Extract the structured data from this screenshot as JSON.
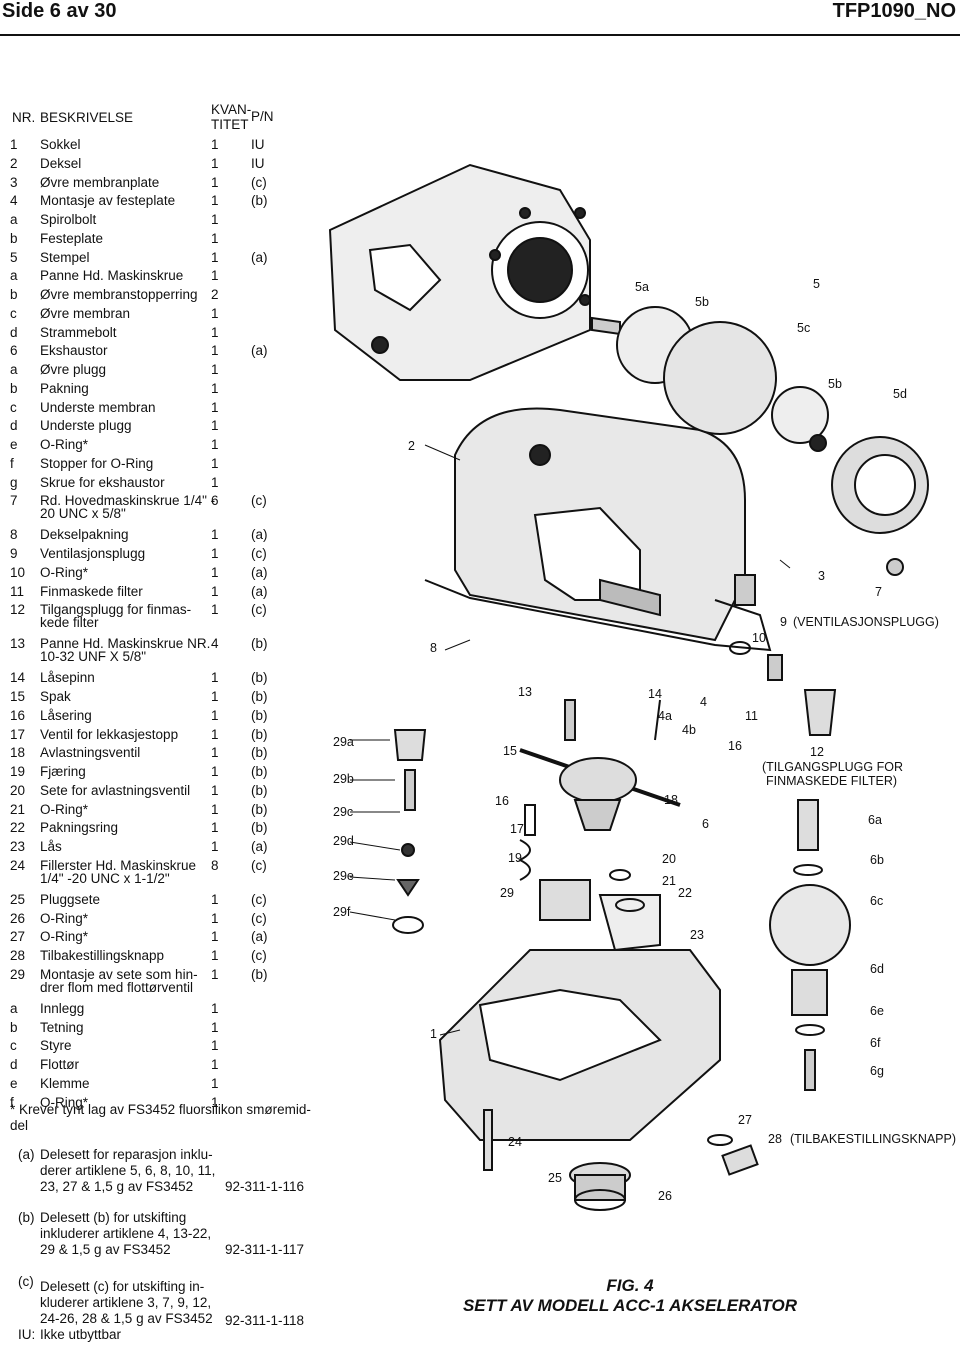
{
  "header": {
    "left": "Side 6 av 30",
    "right": "TFP1090_NO"
  },
  "table": {
    "headers": {
      "nr": "NR.",
      "desc": "BESKRIVELSE",
      "qty1": "KVAN-",
      "qty2": "TITET",
      "pn": "P/N"
    },
    "rows": [
      {
        "nr": "1",
        "desc": "Sokkel",
        "qty": "1",
        "pn": "IU"
      },
      {
        "nr": "2",
        "desc": "Deksel",
        "qty": "1",
        "pn": "IU"
      },
      {
        "nr": "3",
        "desc": "Øvre membranplate",
        "qty": "1",
        "pn": "(c)"
      },
      {
        "nr": "4",
        "desc": "Montasje av festeplate",
        "qty": "1",
        "pn": "(b)"
      },
      {
        "nr": "a",
        "desc": "Spirolbolt",
        "qty": "1",
        "pn": ""
      },
      {
        "nr": "b",
        "desc": "Festeplate",
        "qty": "1",
        "pn": ""
      },
      {
        "nr": "5",
        "desc": "Stempel",
        "qty": "1",
        "pn": "(a)"
      },
      {
        "nr": "a",
        "desc": "Panne Hd. Maskinskrue",
        "qty": "1",
        "pn": ""
      },
      {
        "nr": "b",
        "desc": "Øvre membranstopperring",
        "qty": "2",
        "pn": ""
      },
      {
        "nr": "c",
        "desc": "Øvre membran",
        "qty": "1",
        "pn": ""
      },
      {
        "nr": "d",
        "desc": "Strammebolt",
        "qty": "1",
        "pn": ""
      },
      {
        "nr": "6",
        "desc": "Ekshaustor",
        "qty": "1",
        "pn": "(a)"
      },
      {
        "nr": "a",
        "desc": "Øvre plugg",
        "qty": "1",
        "pn": ""
      },
      {
        "nr": "b",
        "desc": "Pakning",
        "qty": "1",
        "pn": ""
      },
      {
        "nr": "c",
        "desc": "Underste membran",
        "qty": "1",
        "pn": ""
      },
      {
        "nr": "d",
        "desc": "Underste plugg",
        "qty": "1",
        "pn": ""
      },
      {
        "nr": "e",
        "desc": "O-Ring*",
        "qty": "1",
        "pn": ""
      },
      {
        "nr": "f",
        "desc": "Stopper for O-Ring",
        "qty": "1",
        "pn": ""
      },
      {
        "nr": "g",
        "desc": "Skrue for ekshaustor",
        "qty": "1",
        "pn": ""
      },
      {
        "nr": "7",
        "desc": "Rd. Hovedmaskinskrue 1/4\" -",
        "desc2": "20 UNC x 5/8\"",
        "qty": "6",
        "pn": "(c)"
      },
      {
        "nr": "8",
        "desc": "Dekselpakning",
        "qty": "1",
        "pn": "(a)"
      },
      {
        "nr": "9",
        "desc": "Ventilasjonsplugg",
        "qty": "1",
        "pn": "(c)"
      },
      {
        "nr": "10",
        "desc": "O-Ring*",
        "qty": "1",
        "pn": "(a)"
      },
      {
        "nr": "11",
        "desc": "Finmaskede filter",
        "qty": "1",
        "pn": "(a)"
      },
      {
        "nr": "12",
        "desc": "Tilgangsplugg for finmas-",
        "desc2": "kede filter",
        "qty": "1",
        "pn": "(c)"
      },
      {
        "nr": "13",
        "desc": "Panne Hd. Maskinskrue NR.",
        "desc2": "10-32 UNF X 5/8\"",
        "qty": "4",
        "pn": "(b)"
      },
      {
        "nr": "14",
        "desc": "Låsepinn",
        "qty": "1",
        "pn": "(b)"
      },
      {
        "nr": "15",
        "desc": "Spak",
        "qty": "1",
        "pn": "(b)"
      },
      {
        "nr": "16",
        "desc": "Låsering",
        "qty": "1",
        "pn": "(b)"
      },
      {
        "nr": "17",
        "desc": "Ventil for lekkasjestopp",
        "qty": "1",
        "pn": "(b)"
      },
      {
        "nr": "18",
        "desc": "Avlastningsventil",
        "qty": "1",
        "pn": "(b)"
      },
      {
        "nr": "19",
        "desc": "Fjæring",
        "qty": "1",
        "pn": "(b)"
      },
      {
        "nr": "20",
        "desc": "Sete for avlastningsventil",
        "qty": "1",
        "pn": "(b)"
      },
      {
        "nr": "21",
        "desc": "O-Ring*",
        "qty": "1",
        "pn": "(b)"
      },
      {
        "nr": "22",
        "desc": "Pakningsring",
        "qty": "1",
        "pn": "(b)"
      },
      {
        "nr": "23",
        "desc": "Lås",
        "qty": "1",
        "pn": "(a)"
      },
      {
        "nr": "24",
        "desc": "Fillerster Hd. Maskinskrue",
        "desc2": "1/4\" -20 UNC x 1-1/2\"",
        "qty": "8",
        "pn": "(c)"
      },
      {
        "nr": "25",
        "desc": "Pluggsete",
        "qty": "1",
        "pn": "(c)"
      },
      {
        "nr": "26",
        "desc": "O-Ring*",
        "qty": "1",
        "pn": "(c)"
      },
      {
        "nr": "27",
        "desc": "O-Ring*",
        "qty": "1",
        "pn": "(a)"
      },
      {
        "nr": "28",
        "desc": "Tilbakestillingsknapp",
        "qty": "1",
        "pn": "(c)"
      },
      {
        "nr": "29",
        "desc": "Montasje av sete som hin-",
        "desc2": "drer flom med flottørventil",
        "qty": "1",
        "pn": "(b)"
      },
      {
        "nr": "a",
        "desc": "Innlegg",
        "qty": "1",
        "pn": ""
      },
      {
        "nr": "b",
        "desc": "Tetning",
        "qty": "1",
        "pn": ""
      },
      {
        "nr": "c",
        "desc": "Styre",
        "qty": "1",
        "pn": ""
      },
      {
        "nr": "d",
        "desc": "Flottør",
        "qty": "1",
        "pn": ""
      },
      {
        "nr": "e",
        "desc": "Klemme",
        "qty": "1",
        "pn": ""
      },
      {
        "nr": "f",
        "desc": "O-Ring*",
        "qty": "1",
        "pn": ""
      }
    ]
  },
  "notes": {
    "asterisk": "* Krever tynt lag av FS3452 fluorsilikon smøremid-",
    "asterisk2": "del",
    "a_key": "(a)",
    "a_l1": "Delesett for reparasjon inklu-",
    "a_l2": "derer artiklene 5, 6, 8, 10, 11,",
    "a_l3": "23, 27 & 1,5 g av FS3452",
    "a_pn": "92-311-1-116",
    "b_key": "(b)",
    "b_l1": "Delesett (b) for utskifting",
    "b_l2": "inkluderer artiklene 4, 13-22,",
    "b_l3": "29 & 1,5 g av FS3452",
    "b_pn": "92-311-1-117",
    "c_key": "(c)",
    "c_l1": "Delesett (c) for utskifting in-",
    "c_l2": "kluderer artiklene 3, 7, 9, 12,",
    "c_l3": "24-26, 28 & 1,5 g av FS3452",
    "c_pn": "92-311-1-118",
    "iu_key": "IU:",
    "iu_text": "Ikke utbyttbar"
  },
  "figure": {
    "title": "FIG. 4",
    "subtitle": "SETT AV MODELL ACC-1 AKSELERATOR",
    "labels": {
      "l5a": "5a",
      "l5b": "5b",
      "l5": "5",
      "l5c": "5c",
      "l5b2": "5b",
      "l5d": "5d",
      "l2": "2",
      "l3": "3",
      "l7": "7",
      "l9": "9",
      "l9t": "(VENTILASJONSPLUGG)",
      "l10": "10",
      "l8": "8",
      "l11": "11",
      "l12": "12",
      "l12t1": "(TILGANGSPLUGG FOR",
      "l12t2": "FINMASKEDE FILTER)",
      "l13": "13",
      "l14": "14",
      "l4": "4",
      "l4a": "4a",
      "l4b": "4b",
      "l15": "15",
      "l16": "16",
      "l16b": "16",
      "l17": "17",
      "l18": "18",
      "l19": "19",
      "l20": "20",
      "l21": "21",
      "l22": "22",
      "l23": "23",
      "l29": "29",
      "l6": "6",
      "l6a": "6a",
      "l6b": "6b",
      "l6c": "6c",
      "l6d": "6d",
      "l6e": "6e",
      "l6f": "6f",
      "l6g": "6g",
      "l29a": "29a",
      "l29b": "29b",
      "l29c": "29c",
      "l29d": "29d",
      "l29e": "29e",
      "l29f": "29f",
      "l1": "1",
      "l24": "24",
      "l25": "25",
      "l26": "26",
      "l27": "27",
      "l28": "28",
      "l28t": "(TILBAKESTILLINGSKNAPP)"
    }
  }
}
